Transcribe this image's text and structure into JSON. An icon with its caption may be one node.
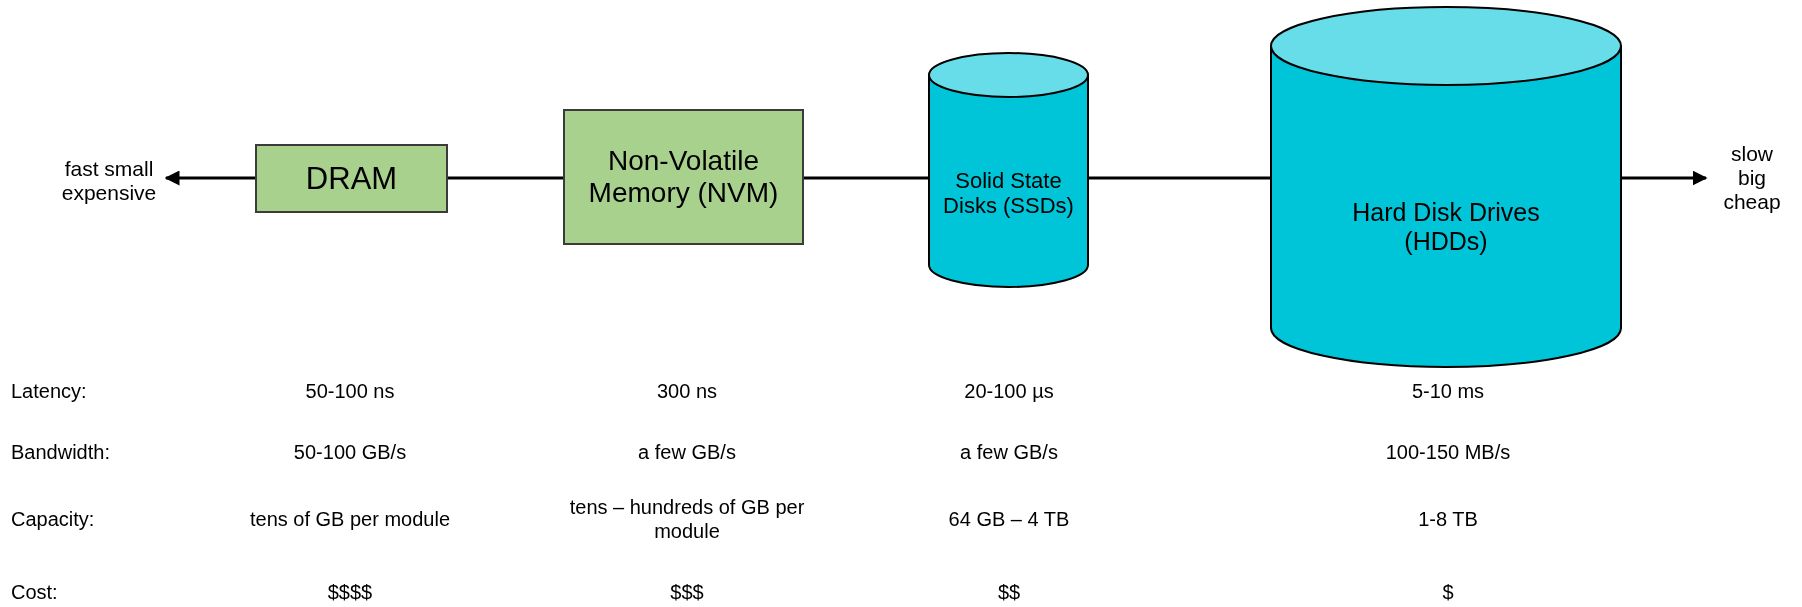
{
  "diagram": {
    "nodes": [
      {
        "text": [
          "fast small expensive"
        ]
      },
      {
        "text": [
          "DRAM"
        ]
      },
      {
        "text": [
          "Non-Volatile Memory (NVM)"
        ]
      },
      {
        "text": [
          "Solid State Disks (SSDs)"
        ]
      },
      {
        "text": [
          "Hard Disk Drives (HDDs)"
        ]
      },
      {
        "text": [
          "slow big cheap"
        ]
      }
    ],
    "edges": [
      {
        "from": 1,
        "to": 0,
        "arrow": "to"
      },
      {
        "from": 1,
        "to": 2,
        "arrow": "none"
      },
      {
        "from": 2,
        "to": 3,
        "arrow": "none"
      },
      {
        "from": 3,
        "to": 4,
        "arrow": "none"
      },
      {
        "from": 4,
        "to": 5,
        "arrow": "to"
      }
    ],
    "labels": [
      "Latency:",
      "50-100 ns",
      "300 ns",
      "20-100 µs",
      "5-10 ms",
      "Bandwidth:",
      "50-100 GB/s",
      "a few GB/s",
      "a few GB/s",
      "100-150 MB/s",
      "Capacity:",
      "tens of GB per module",
      "tens – hundreds of GB per module",
      "64 GB – 4 TB",
      "1-8 TB",
      "Cost:",
      "$$$$",
      "$$$",
      "$$",
      "$"
    ]
  }
}
